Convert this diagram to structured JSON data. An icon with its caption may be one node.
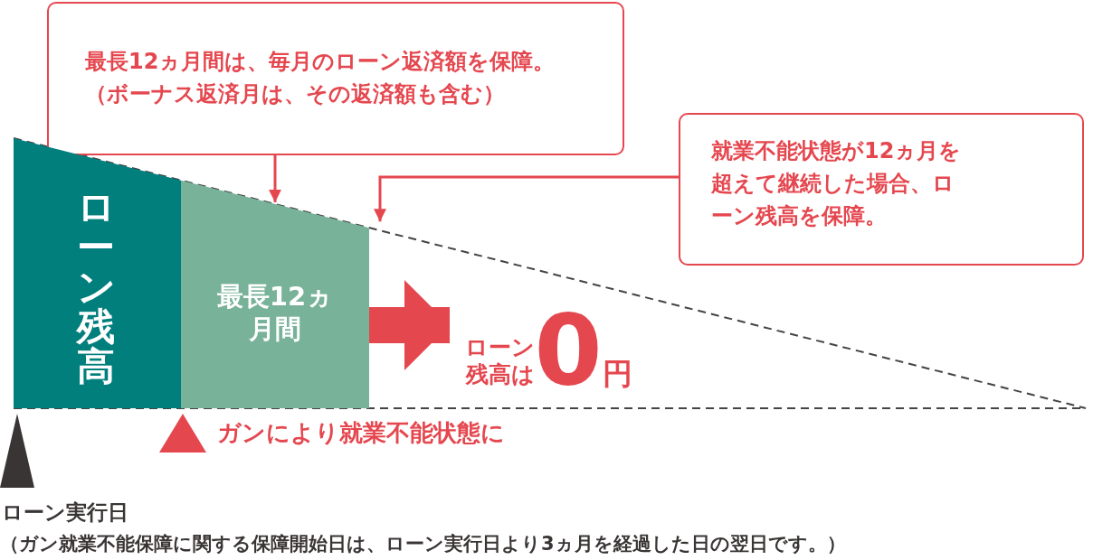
{
  "diagram": {
    "nodes": [
      {
        "text": [
          "最長12ヵ月間は、毎月のローン返済額を保障。",
          "（ボーナス返済月は、その返済額も含む）"
        ]
      },
      {
        "text": [
          "就業不能状態が12ヵ月を超えて継続した場合、ローン残高を保障。"
        ]
      },
      {
        "text": [
          "ローン残高"
        ]
      },
      {
        "text": [
          "最長12ヵ月間"
        ]
      },
      {
        "text": [
          "ローン残高は",
          "0",
          "円"
        ]
      }
    ],
    "edges": [
      {
        "from": 0,
        "to": 3,
        "arrow": "to"
      },
      {
        "from": 1,
        "to": 3,
        "arrow": "to"
      },
      {
        "from": 3,
        "to": 4,
        "arrow": "to",
        "style": "thick"
      }
    ],
    "labels": [
      "ガンにより就業不能状態に",
      "ローン実行日",
      "（ガン就業不能保障に関する保障開始日は、ローン実行日より3ヵ月を経過した日の翌日です。）"
    ]
  }
}
